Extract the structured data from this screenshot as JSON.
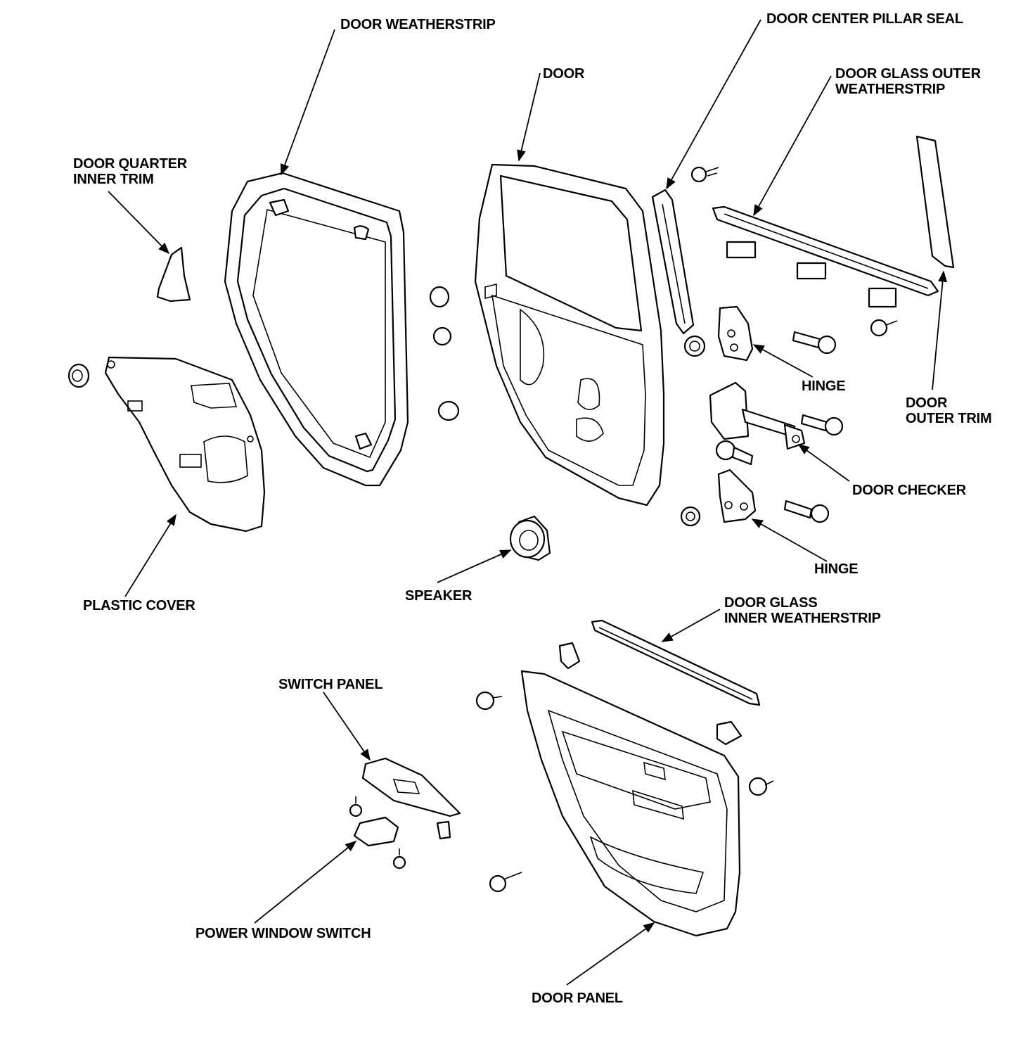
{
  "labels": {
    "door_weatherstrip": "DOOR WEATHERSTRIP",
    "door_center_pillar_seal": "DOOR CENTER PILLAR SEAL",
    "door": "DOOR",
    "door_glass_outer_weatherstrip": [
      "DOOR GLASS OUTER",
      "WEATHERSTRIP"
    ],
    "door_quarter_inner_trim": [
      "DOOR QUARTER",
      "INNER TRIM"
    ],
    "hinge_upper": "HINGE",
    "door_outer_trim": [
      "DOOR",
      "OUTER TRIM"
    ],
    "door_checker": "DOOR CHECKER",
    "hinge_lower": "HINGE",
    "plastic_cover": "PLASTIC COVER",
    "speaker": "SPEAKER",
    "door_glass_inner_weatherstrip": [
      "DOOR GLASS",
      "INNER WEATHERSTRIP"
    ],
    "switch_panel": "SWITCH PANEL",
    "power_window_switch": "POWER WINDOW SWITCH",
    "door_panel": "DOOR PANEL"
  }
}
